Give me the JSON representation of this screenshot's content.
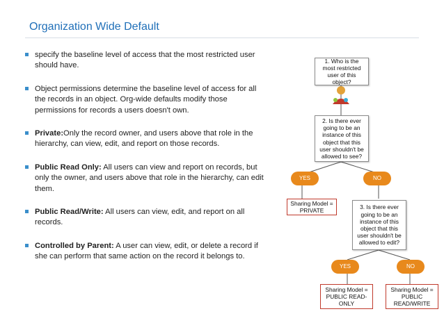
{
  "title": "Organization Wide Default",
  "bullets": [
    {
      "bold": "",
      "text": "specify the baseline level of access that the most restricted user should have."
    },
    {
      "bold": "",
      "text": "Object permissions determine the baseline level of access for all the records in an object. Org-wide defaults modify those permissions for records a users doesn't own."
    },
    {
      "bold": "Private:",
      "text": "Only the record owner, and users above that role in the hierarchy, can view, edit, and report on those records."
    },
    {
      "bold": "Public Read Only:",
      "text": " All users can view and report on records, but only the owner, and users above that role in the hierarchy, can edit them."
    },
    {
      "bold": "Public Read/Write:",
      "text": " All users can view, edit, and report on all records."
    },
    {
      "bold": "Controlled by Parent:",
      "text": " A user can view, edit, or delete a record if she can perform that same action on the record it belongs to."
    }
  ],
  "flowchart": {
    "q1": "1. Who is the most restricted user of this object?",
    "q2": "2. Is there ever going to be an instance of this object that this user shouldn't be allowed to see?",
    "q3": "3. Is there ever going to be an instance of this object that this user shouldn't be allowed to edit?",
    "yes": "YES",
    "no": "NO",
    "private": "Sharing Model = PRIVATE",
    "read_only": "Sharing Model = PUBLIC READ-ONLY",
    "read_write": "Sharing Model = PUBLIC READ/WRITE"
  }
}
